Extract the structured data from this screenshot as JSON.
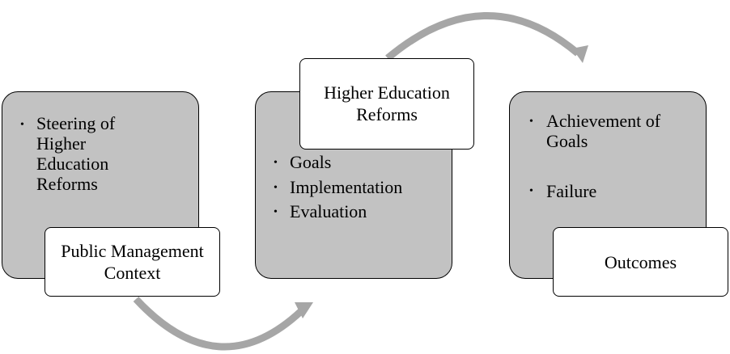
{
  "left_group": {
    "bullets": [
      "Steering of\nHigher\nEducation\nReforms"
    ],
    "label": "Public Management Context"
  },
  "middle_group": {
    "label": "Higher Education Reforms",
    "bullets": [
      "Goals",
      "Implementation",
      "Evaluation"
    ]
  },
  "right_group": {
    "bullets": [
      "Achievement of\nGoals",
      "Failure"
    ],
    "label": "Outcomes"
  },
  "bullet_symbol": "•",
  "colors": {
    "gray_fill": "#c2c2c2",
    "arrow": "#a6a6a6",
    "border": "#000000"
  }
}
